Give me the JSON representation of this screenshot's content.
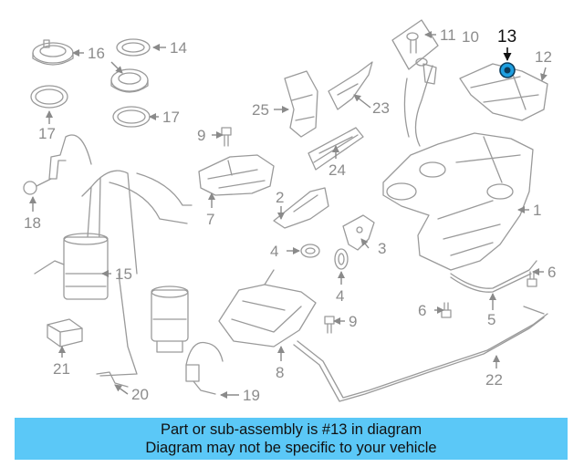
{
  "diagram": {
    "highlight": {
      "label": "13",
      "color": "#1e9fe0"
    },
    "callouts": [
      "1",
      "2",
      "3",
      "4",
      "4",
      "5",
      "6",
      "6",
      "7",
      "8",
      "9",
      "9",
      "10",
      "11",
      "12",
      "14",
      "15",
      "16",
      "17",
      "17",
      "18",
      "19",
      "20",
      "21",
      "22",
      "23",
      "24",
      "25"
    ]
  },
  "banner": {
    "line1": "Part or sub-assembly is #13 in diagram",
    "line2": "Diagram may not be specific to your vehicle",
    "background": "#5bc8f7"
  }
}
